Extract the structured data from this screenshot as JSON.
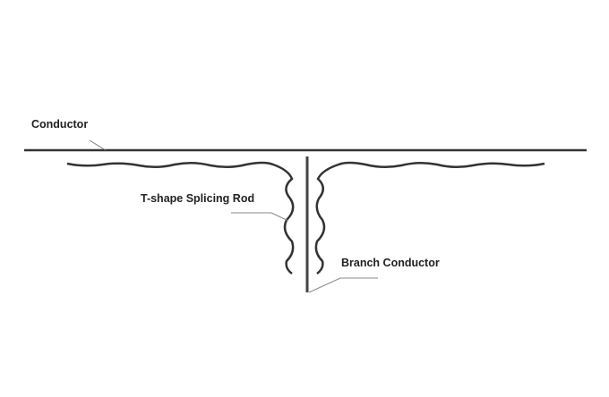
{
  "labels": {
    "conductor": "Conductor",
    "splicing_rod": "T-shape Splicing Rod",
    "branch_conductor": "Branch Conductor"
  },
  "colors": {
    "line": "#333333",
    "leader": "#777777"
  }
}
